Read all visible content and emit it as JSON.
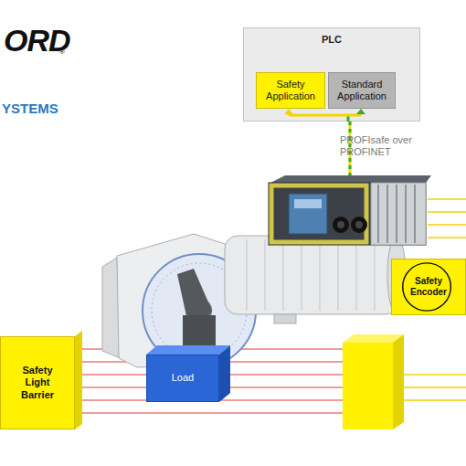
{
  "diagram": {
    "nodes": [
      {
        "text": [
          "PLC"
        ]
      },
      {
        "text": [
          "Safety Application"
        ],
        "in": 0
      },
      {
        "text": [
          "Standard Application"
        ],
        "in": 0
      },
      {
        "text": [
          "Safety Encoder"
        ]
      },
      {
        "text": [
          "Load"
        ]
      },
      {
        "text": [
          "Safety Light Barrier"
        ]
      }
    ],
    "labels": [
      "ORD",
      "®",
      "YSTEMS",
      "PROFIsafe over PROFINET"
    ]
  }
}
